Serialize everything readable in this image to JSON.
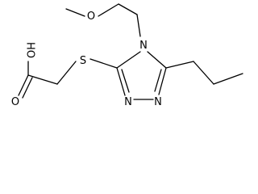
{
  "molecule": {
    "atoms": {
      "oxygen_ether": "O",
      "nitrogen_ring_4": "N",
      "sulfur": "S",
      "nitrogen_ring_1": "N",
      "nitrogen_ring_2": "N",
      "hydroxyl": "OH",
      "carbonyl_oxygen": "O"
    }
  },
  "colors": {
    "bond": "#000000",
    "label": "#000000",
    "background": "#ffffff"
  }
}
